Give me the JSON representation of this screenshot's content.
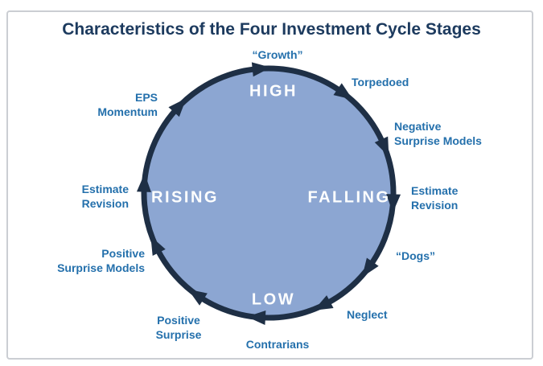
{
  "title": "Characteristics of the Four Investment Cycle Stages",
  "colors": {
    "title_text": "#1c3a5e",
    "circle_fill": "#8ca6d2",
    "ring_and_arrows": "#1e2f45",
    "stage_text": "#fdfefe",
    "characteristic_text": "#2470ac",
    "card_border": "#cbced3"
  },
  "diagram": {
    "type": "cycle",
    "direction": "clockwise",
    "stages": [
      {
        "id": "high",
        "label": "HIGH"
      },
      {
        "id": "falling",
        "label": "FALLING"
      },
      {
        "id": "low",
        "label": "LOW"
      },
      {
        "id": "rising",
        "label": "RISING"
      }
    ],
    "characteristics": [
      {
        "id": "growth",
        "stage": "high",
        "lines": [
          "“Growth”"
        ]
      },
      {
        "id": "torpedoed",
        "stage": "falling",
        "lines": [
          "Torpedoed"
        ]
      },
      {
        "id": "negative-surprise-models",
        "stage": "falling",
        "lines": [
          "Negative",
          "Surprise Models"
        ]
      },
      {
        "id": "estimate-revision-right",
        "stage": "falling",
        "lines": [
          "Estimate",
          "Revision"
        ]
      },
      {
        "id": "dogs",
        "stage": "low",
        "lines": [
          "“Dogs”"
        ]
      },
      {
        "id": "neglect",
        "stage": "low",
        "lines": [
          "Neglect"
        ]
      },
      {
        "id": "contrarians",
        "stage": "low",
        "lines": [
          "Contrarians"
        ]
      },
      {
        "id": "positive-surprise",
        "stage": "rising",
        "lines": [
          "Positive",
          "Surprise"
        ]
      },
      {
        "id": "positive-surprise-models",
        "stage": "rising",
        "lines": [
          "Positive",
          "Surprise Models"
        ]
      },
      {
        "id": "estimate-revision-left",
        "stage": "rising",
        "lines": [
          "Estimate",
          "Revision"
        ]
      },
      {
        "id": "eps-momentum",
        "stage": "rising",
        "lines": [
          "EPS",
          "Momentum"
        ]
      }
    ]
  }
}
